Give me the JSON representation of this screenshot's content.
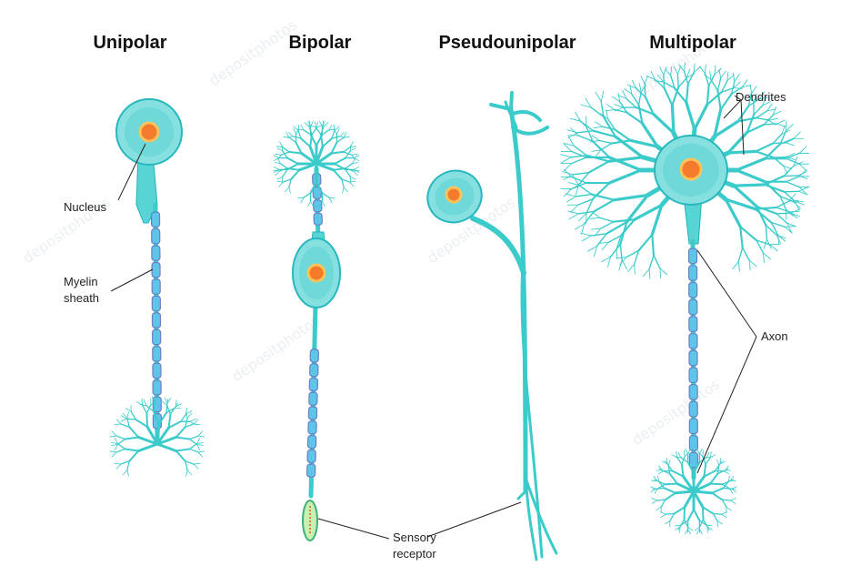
{
  "titles": {
    "unipolar": "Unipolar",
    "bipolar": "Bipolar",
    "pseudounipolar": "Pseudounipolar",
    "multipolar": "Multipolar"
  },
  "labels": {
    "nucleus": "Nucleus",
    "myelin_line1": "Myelin",
    "myelin_line2": "sheath",
    "dendrites": "Dendrites",
    "axon": "Axon",
    "sensory_line1": "Sensory",
    "sensory_line2": "receptor"
  },
  "watermark": "depositphotos",
  "colors": {
    "cell_body": "#86e0e0",
    "process": "#3ccbcb",
    "nucleus": "#f47a2c",
    "myelin": "#5dc6e8"
  }
}
